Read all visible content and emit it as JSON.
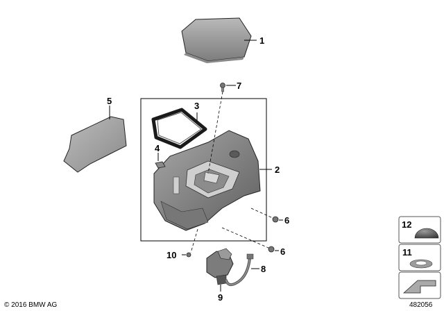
{
  "callouts": {
    "c1": "1",
    "c2": "2",
    "c3": "3",
    "c4": "4",
    "c5": "5",
    "c6a": "6",
    "c6b": "6",
    "c7": "7",
    "c8": "8",
    "c9": "9",
    "c10": "10",
    "c11": "11",
    "c12": "12"
  },
  "footer": {
    "copyright": "© 2016 BMW AG",
    "diagram_number": "482056"
  },
  "colors": {
    "part_gray": "#9a9a9a",
    "part_dark": "#6e6e6e",
    "part_light": "#c4c4c4",
    "seal_black": "#1a1a1a"
  }
}
